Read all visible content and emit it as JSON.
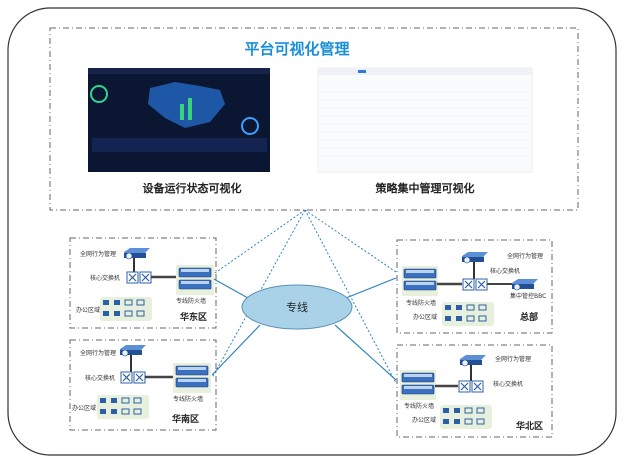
{
  "platform": {
    "title": "平台可视化管理",
    "left_caption": "设备运行状态可视化",
    "right_caption": "策略集中管理可视化"
  },
  "link": {
    "label": "专线"
  },
  "sites": [
    {
      "name": "华东区",
      "behavior": "全网行为管理",
      "core": "核心交换机",
      "office": "办公区域",
      "firewall": "专线防火墙"
    },
    {
      "name": "总部",
      "behavior": "全网行为管理",
      "core": "核心交换机",
      "office": "办公区域",
      "firewall": "专线防火墙",
      "bbc": "集中管控BBC"
    },
    {
      "name": "华南区",
      "behavior": "全网行为管理",
      "core": "核心交换机",
      "office": "办公区域",
      "firewall": "专线防火墙"
    },
    {
      "name": "华北区",
      "behavior": "全网行为管理",
      "core": "核心交换机",
      "office": "办公区域",
      "firewall": "专线防火墙"
    }
  ],
  "colors": {
    "title": "#1a8fd8",
    "link": "#a9d2e8",
    "device": "#2d5fa8",
    "zone_bg": "#e6f0dc",
    "line": "#2e86c1"
  }
}
